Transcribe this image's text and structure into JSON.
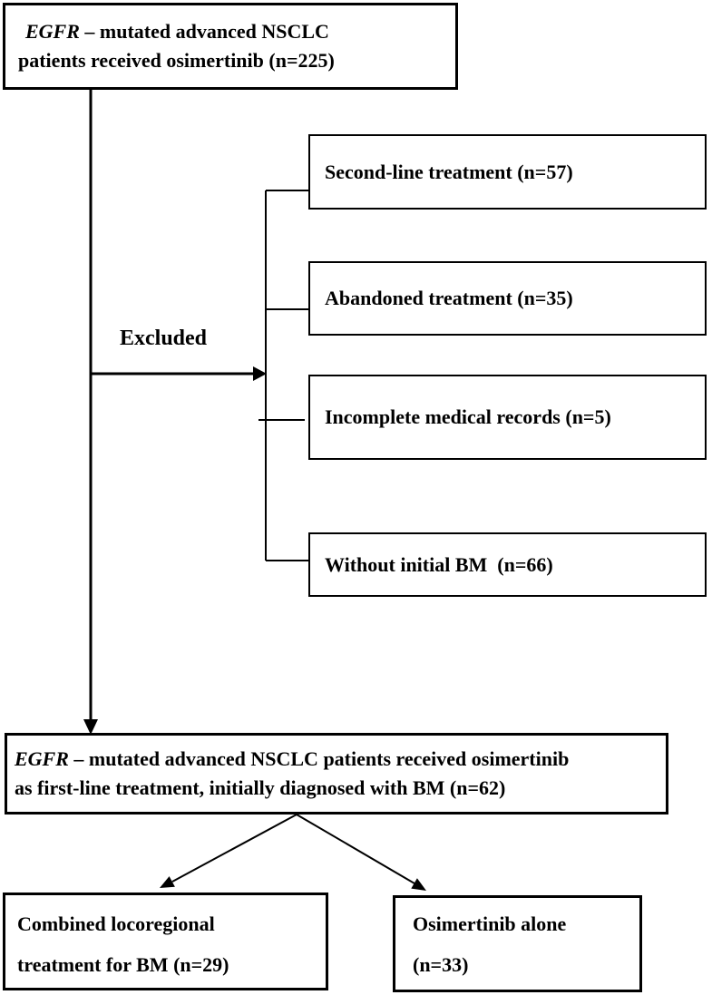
{
  "figure": {
    "type": "flowchart",
    "background_color": "#ffffff",
    "line_color": "#000000",
    "text_color": "#000000"
  },
  "top_box": {
    "line1_italic": "EGFR",
    "line1_rest": " – mutated advanced NSCLC",
    "line2": "patients received osimertinib (n=225)"
  },
  "excluded": {
    "label": "Excluded",
    "items": [
      {
        "label": "Second-line treatment (n=57)"
      },
      {
        "label": "Abandoned treatment (n=35)"
      },
      {
        "label": "Incomplete medical records (n=5)"
      },
      {
        "label": "Without initial BM  (n=66)"
      }
    ]
  },
  "first_line_box": {
    "line1_italic": "EGFR",
    "line1_rest": " – mutated advanced NSCLC patients received osimertinib",
    "line2": "as first-line treatment, initially diagnosed with BM (n=62)"
  },
  "outcome_boxes": {
    "combined": {
      "line1": "Combined locoregional",
      "line2": "treatment for BM (n=29)"
    },
    "alone": {
      "line1": "Osimertinib alone",
      "line2": "(n=33)"
    }
  }
}
